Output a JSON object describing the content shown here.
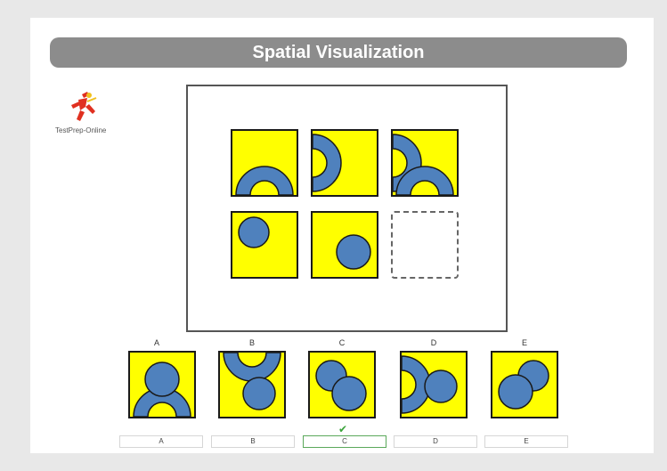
{
  "header": {
    "title": "Spatial Visualization"
  },
  "logo": {
    "text": "TestPrep-Online",
    "icon": "runner-icon"
  },
  "puzzle": {
    "tiles": [
      "semicircle-ring-bottom",
      "semicircle-ring-left",
      "ring-left-and-bottom",
      "circle-top-left",
      "circle-bottom-right",
      "missing"
    ]
  },
  "options": {
    "letters": [
      "A",
      "B",
      "C",
      "D",
      "E"
    ]
  },
  "answers": {
    "labels": [
      "A",
      "B",
      "C",
      "D",
      "E"
    ],
    "selected": "C"
  },
  "colors": {
    "tile": "#ffff00",
    "shape": "#4f81bd",
    "title_bar": "#8c8c8c"
  }
}
